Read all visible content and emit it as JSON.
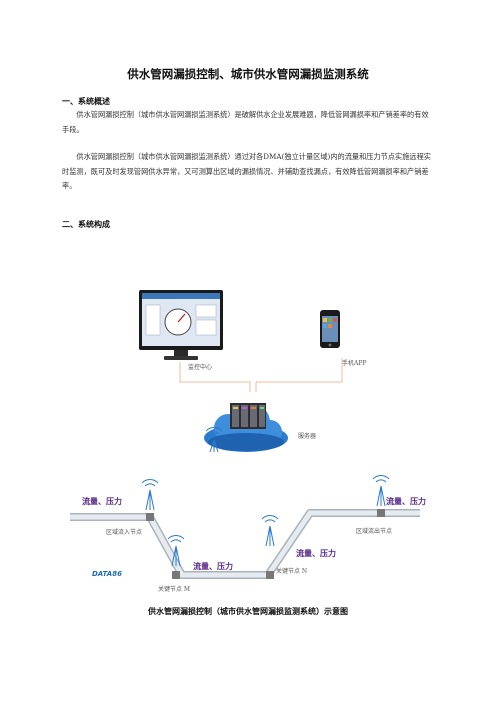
{
  "document": {
    "title": "供水管网漏损控制、城市供水管网漏损监测系统",
    "section1": {
      "heading": "一、系统概述",
      "paragraphs": [
        "供水管网漏损控制（城市供水管网漏损监测系统）是破解供水企业发展难题，降低管网漏损率和产销差率的有效手段。",
        "供水管网漏损控制（城市供水管网漏损监测系统）通过对各DMA(独立计量区域)内的流量和压力节点实施远程实时监测，既可及时发现管网供水异常，又可测算出区域的漏损情况、并辅助查找漏点，有效降低管网漏损率和产销差率。"
      ]
    },
    "section2": {
      "heading": "二、系统构成"
    },
    "figure": {
      "caption": "供水管网漏损控制（城市供水管网漏损监测系统）示意图",
      "labels": {
        "monitor_center": "监控中心",
        "mobile_app": "手机APP",
        "server": "服务器",
        "zone_inflow": "区域流入节点",
        "zone_outflow": "区域流出节点",
        "key_node_m": "关键节点 M",
        "key_node_n": "关键节点 N",
        "flow_pressure": "流量、压力",
        "logo": "DATA86"
      },
      "colors": {
        "pipe": "#c9d1da",
        "flow_text": "#5a2a8a",
        "cloud": "#2b7bd1",
        "link_line": "#f0a880"
      }
    }
  }
}
